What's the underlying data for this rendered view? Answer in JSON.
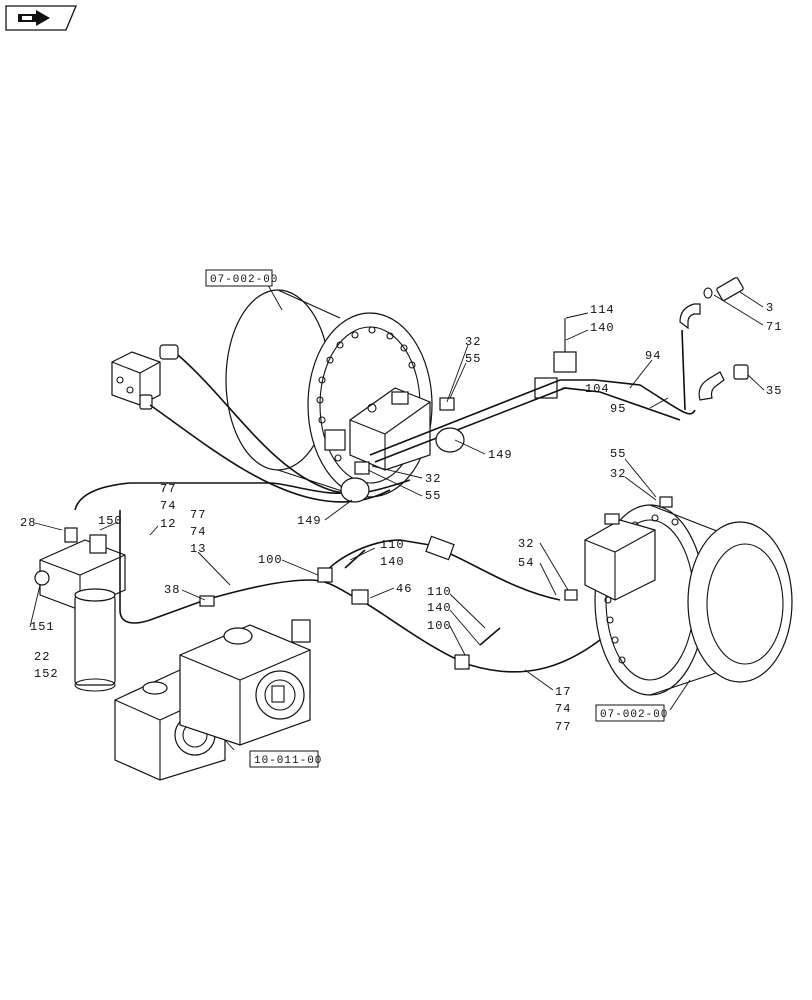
{
  "nav": {
    "icon": "return-arrow-icon"
  },
  "references": [
    {
      "id": "ref-top",
      "text": "07-002-00"
    },
    {
      "id": "ref-right",
      "text": "07-002-00"
    },
    {
      "id": "ref-pump",
      "text": "10-011-00"
    }
  ],
  "labels": {
    "l32a": "32",
    "l55a": "55",
    "l114": "114",
    "l140a": "140",
    "l3": "3",
    "l71": "71",
    "l94": "94",
    "l104": "104",
    "l35": "35",
    "l95": "95",
    "l149a": "149",
    "l32b": "32",
    "l55b": "55",
    "l149b": "149",
    "l77a": "77",
    "l74a": "74",
    "l12": "12",
    "l77b": "77",
    "l74b": "74",
    "l13": "13",
    "l28": "28",
    "l150": "150",
    "l38": "38",
    "l100a": "100",
    "l110a": "110",
    "l140b": "140",
    "l46": "46",
    "l151": "151",
    "l22": "22",
    "l152": "152",
    "l55c": "55",
    "l32c": "32",
    "l32d": "32",
    "l54": "54",
    "l110b": "110",
    "l140c": "140",
    "l100b": "100",
    "l17": "17",
    "l74c": "74",
    "l77c": "77"
  }
}
